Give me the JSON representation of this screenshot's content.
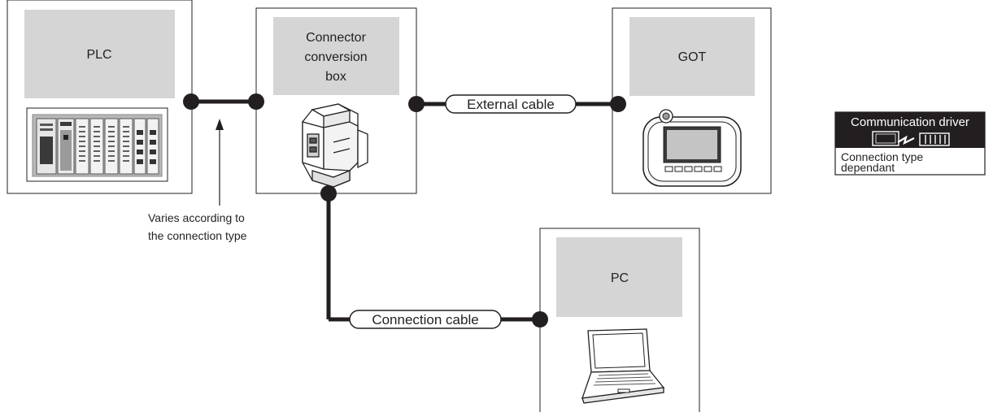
{
  "nodes": {
    "plc": {
      "label": "PLC"
    },
    "converter": {
      "label_lines": [
        "Connector",
        "conversion",
        "box"
      ]
    },
    "got": {
      "label": "GOT"
    },
    "pc": {
      "label": "PC"
    }
  },
  "cables": {
    "external": {
      "label": "External cable"
    },
    "connection": {
      "label": "Connection cable"
    }
  },
  "annotation": {
    "lines": [
      "Varies according to",
      "the connection type"
    ]
  },
  "legend_badge": {
    "title": "Communication driver",
    "subtitle_lines": [
      "Connection type",
      "dependant"
    ]
  },
  "colors": {
    "line": "#231f20",
    "label_panel": "#d5d5d5",
    "badge_header": "#231f20"
  }
}
